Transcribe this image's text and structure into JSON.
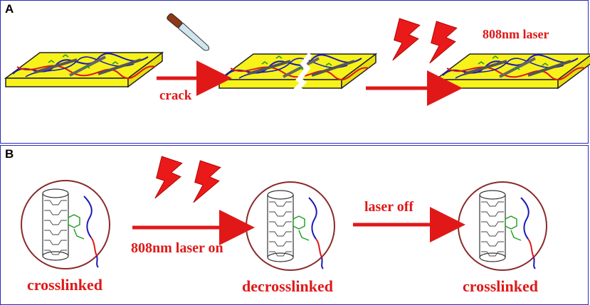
{
  "panel_a": {
    "letter": "A",
    "arrow1_label": "crack",
    "laser_label": "808nm laser"
  },
  "panel_b": {
    "letter": "B",
    "arrow1_label": "808nm laser on",
    "arrow2_label": "laser off",
    "state1": "crosslinked",
    "state2": "decrosslinked",
    "state3": "crosslinked"
  },
  "colors": {
    "panel_border": "#2a2ab8",
    "accent_red": "#e01818",
    "film_yellow": "#f7f21a",
    "chain_blue": "#1a1ab8",
    "circle_border": "#8a2a2a",
    "linker_green": "#1a9a1a"
  },
  "icons": [
    "knife-icon",
    "lightning-icon",
    "arrow-icon",
    "nanotube-icon"
  ]
}
